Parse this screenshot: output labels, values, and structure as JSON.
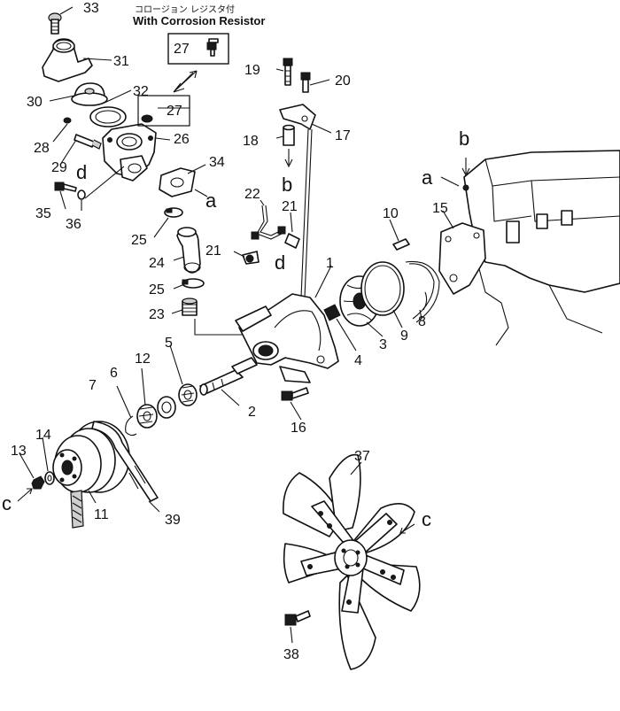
{
  "note": {
    "line_jp": "コロージョン レジスタ付",
    "line_en": "With Corrosion Resistor",
    "box_label": "27"
  },
  "callouts": {
    "p1": "1",
    "p2": "2",
    "p3": "3",
    "p4": "4",
    "p5": "5",
    "p6": "6",
    "p7": "7",
    "p8": "8",
    "p9": "9",
    "p10": "10",
    "p11": "11",
    "p12": "12",
    "p13": "13",
    "p14": "14",
    "p15": "15",
    "p16": "16",
    "p17": "17",
    "p18": "18",
    "p19": "19",
    "p20": "20",
    "p21a": "21",
    "p21b": "21",
    "p22": "22",
    "p23": "23",
    "p24": "24",
    "p25a": "25",
    "p25b": "25",
    "p26": "26",
    "p27": "27",
    "p28": "28",
    "p29": "29",
    "p30": "30",
    "p31": "31",
    "p32": "32",
    "p33": "33",
    "p34": "34",
    "p35": "35",
    "p36": "36",
    "p37": "37",
    "p38": "38",
    "p39": "39"
  },
  "refs": {
    "a1": "a",
    "a2": "a",
    "b1": "b",
    "b2": "b",
    "c1": "c",
    "c2": "c",
    "d1": "d",
    "d2": "d"
  }
}
